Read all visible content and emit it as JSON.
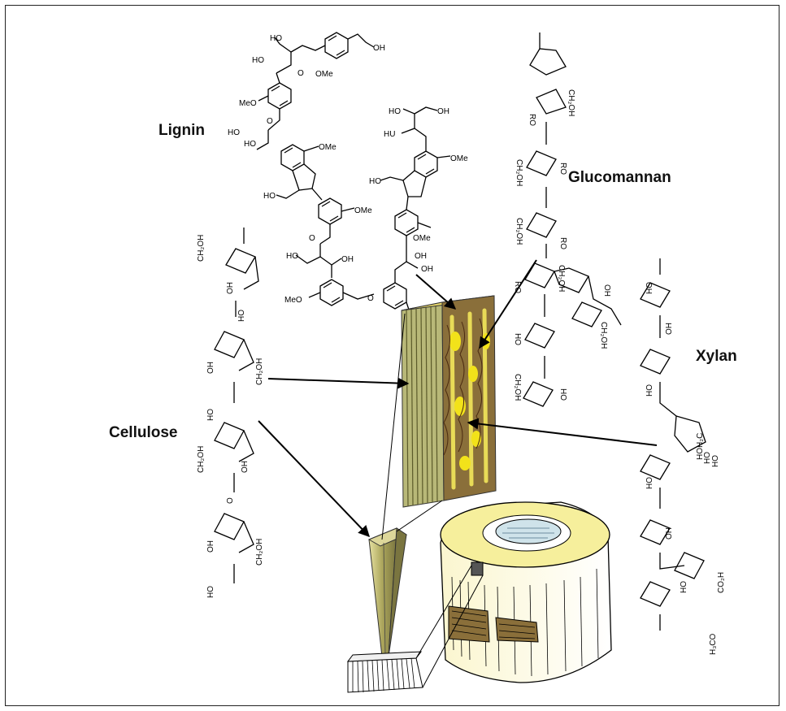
{
  "labels": {
    "lignin": "Lignin",
    "glucomannan": "Glucomannan",
    "cellulose": "Cellulose",
    "xylan": "Xylan"
  },
  "chem": {
    "ho": "HO",
    "oh": "OH",
    "hu": "HU",
    "ome": "OMe",
    "meo": "MeO",
    "o": "O",
    "ch2oh": "CH₂OH",
    "hoh2c": "HOH₂C",
    "ro": "RO",
    "co2h": "CO₂H",
    "h3co": "H₃CO"
  },
  "colors": {
    "wall": "#a9a86b",
    "wall_dark": "#6f6b3a",
    "lignin_fill": "#f2e21a",
    "lignin_dark": "#7a3b1c",
    "cone": "#b8b46a",
    "trunk_yellow": "#f6ef9c",
    "pith": "#cfe3ea"
  }
}
